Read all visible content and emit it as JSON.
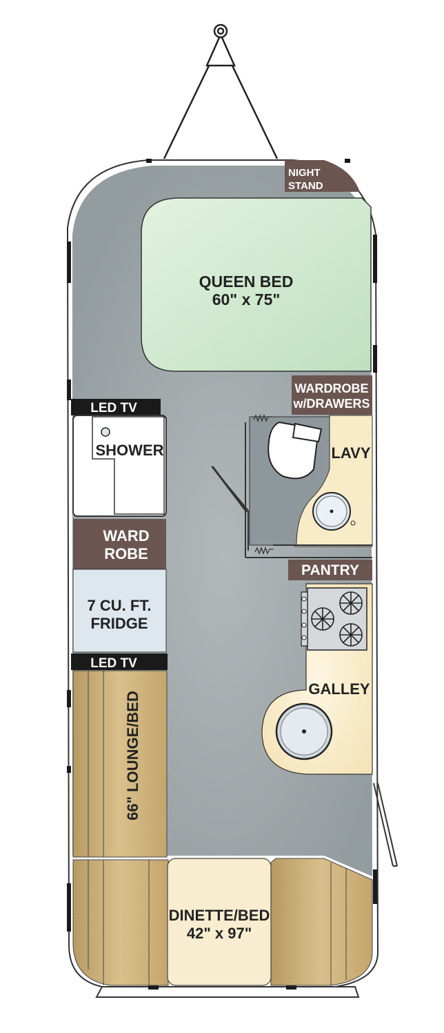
{
  "colors": {
    "floor": "#9aa3a6",
    "bed": "#cfe8cf",
    "cabinet": "#6b5550",
    "bath": "#f7ebc8",
    "fridge": "#dfe7ee",
    "lounge": "#c7ab73",
    "dinette": "#f8edd0",
    "wall": "#333333",
    "tv": "#1a1a1a"
  },
  "labels": {
    "night_stand_1": "NIGHT",
    "night_stand_2": "STAND",
    "queen_bed_1": "QUEEN BED",
    "queen_bed_2": "60\" x 75\"",
    "wardrobe_drawers_1": "WARDROBE",
    "wardrobe_drawers_2": "w/DRAWERS",
    "lavy": "LAVY",
    "led_tv_top": "LED TV",
    "shower": "SHOWER",
    "ward_robe_1": "WARD",
    "ward_robe_2": "ROBE",
    "pantry": "PANTRY",
    "fridge_1": "7 CU. FT.",
    "fridge_2": "FRIDGE",
    "led_tv_bottom": "LED TV",
    "galley": "GALLEY",
    "lounge_bed": "66\" LOUNGE/BED",
    "dinette_1": "DINETTE/BED",
    "dinette_2": "42\" x 97\""
  },
  "icons": [
    "hitch-icon",
    "toilet-icon",
    "sink-icon",
    "cooktop-icon",
    "door-icon"
  ]
}
